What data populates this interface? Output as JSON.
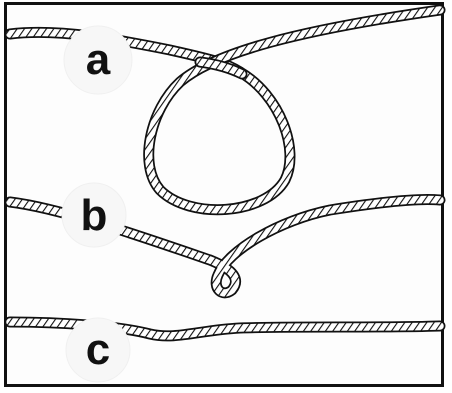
{
  "figure": {
    "labels": {
      "a": "a",
      "b": "b",
      "c": "c"
    },
    "colors": {
      "rope_fill": "#ffffff",
      "rope_stroke": "#111111",
      "label_circle": "#f7f7f7"
    },
    "panels": [
      {
        "id": "a",
        "state": "loop"
      },
      {
        "id": "b",
        "state": "kink"
      },
      {
        "id": "c",
        "state": "straightened"
      }
    ]
  }
}
